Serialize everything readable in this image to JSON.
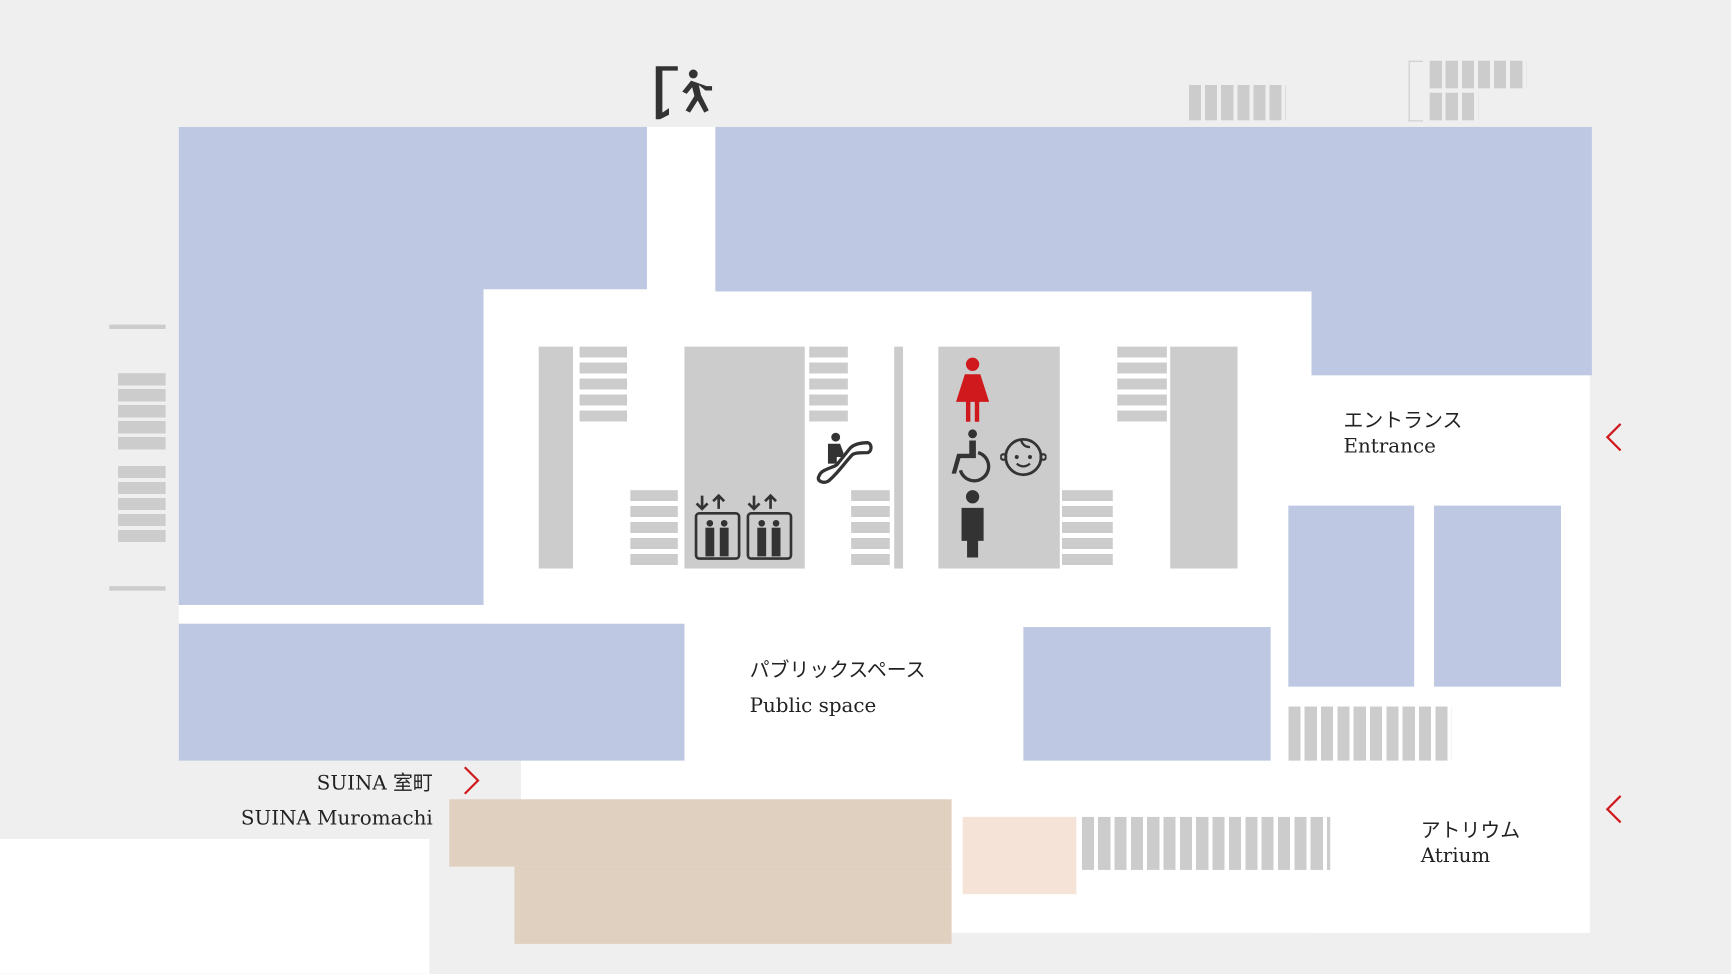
{
  "map": {
    "labels": {
      "entrance_ja": "エントランス",
      "entrance_en": "Entrance",
      "public_space_ja": "パブリックスペース",
      "public_space_en": "Public space",
      "suina_ja": "SUINA 室町",
      "suina_en": "SUINA Muromachi",
      "atrium_ja": "アトリウム",
      "atrium_en": "Atrium"
    },
    "icons": [
      "exit-icon",
      "escalator-icon",
      "elevator-icon",
      "womens-restroom-icon",
      "accessible-restroom-icon",
      "baby-care-icon",
      "mens-restroom-icon",
      "chevron-right-icon",
      "chevron-left-icon"
    ],
    "colors": {
      "shop": "#bec8e2",
      "facility": "#cccccc",
      "building": "#e0d0bf",
      "accent": "#d0191c",
      "icon": "#333333"
    }
  }
}
